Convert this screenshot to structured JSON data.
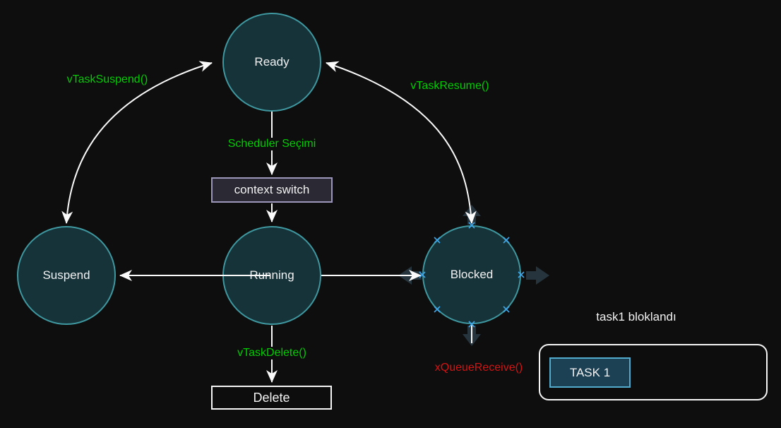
{
  "diagram": {
    "kind": "task-state-diagram",
    "background_color": "#0e0e0e",
    "nodes": {
      "ready": {
        "label": "Ready",
        "shape": "circle",
        "fill": "#16333a",
        "border": "#3f98a0"
      },
      "suspend": {
        "label": "Suspend",
        "shape": "circle",
        "fill": "#16333a",
        "border": "#3f98a0"
      },
      "running": {
        "label": "Running",
        "shape": "circle",
        "fill": "#16333a",
        "border": "#3f98a0"
      },
      "blocked": {
        "label": "Blocked",
        "shape": "circle",
        "fill": "#16333a",
        "border": "#3f98a0",
        "hover_ui": "connection-points-and-directional-arrows"
      },
      "context_switch": {
        "label": "context switch",
        "shape": "rect",
        "fill": "#2b2933",
        "border": "#9c96bb"
      },
      "delete": {
        "label": "Delete",
        "shape": "rect",
        "fill": "#0d0d0d",
        "border": "#f5f5f5"
      },
      "task_container": {
        "label": "",
        "shape": "rounded-rect",
        "border": "#f5f5f5"
      },
      "task1": {
        "label": "TASK 1",
        "shape": "rect",
        "fill": "#1d4154",
        "border": "#52aacd"
      }
    },
    "edge_labels": {
      "suspend_call": {
        "text": "vTaskSuspend()",
        "color": "#00cc00"
      },
      "resume_call": {
        "text": "vTaskResume()",
        "color": "#00cc00"
      },
      "scheduler": {
        "text": "Scheduler Seçimi",
        "color": "#00cc00"
      },
      "delete_call": {
        "text": "vTaskDelete()",
        "color": "#00cc00"
      },
      "queue_receive": {
        "text": "xQueueReceive()",
        "color": "#d21414"
      }
    },
    "edges": [
      {
        "from": "suspend",
        "to": "ready",
        "label": "vTaskSuspend()",
        "style": "curved, arrowheads both ends"
      },
      {
        "from": "blocked",
        "to": "ready",
        "label": "vTaskResume()",
        "style": "curved, arrowheads both ends"
      },
      {
        "from": "ready",
        "to": "context_switch",
        "label": "Scheduler Seçimi"
      },
      {
        "from": "context_switch",
        "to": "running"
      },
      {
        "from": "running",
        "to": "suspend"
      },
      {
        "from": "running",
        "to": "blocked"
      },
      {
        "from": "running",
        "to": "delete",
        "label": "vTaskDelete()"
      },
      {
        "from": "blocked",
        "to": "",
        "label": "xQueueReceive()",
        "style": "short stub downward"
      }
    ],
    "annotation": {
      "text": "task1 bloklandı",
      "color": "#f2f2f2"
    },
    "hover_widgets": {
      "directional_arrow_color": "#26343d",
      "connection_point_color": "#3da5e8",
      "connection_point_count": 8
    },
    "arrow_color": "#fafafa"
  }
}
